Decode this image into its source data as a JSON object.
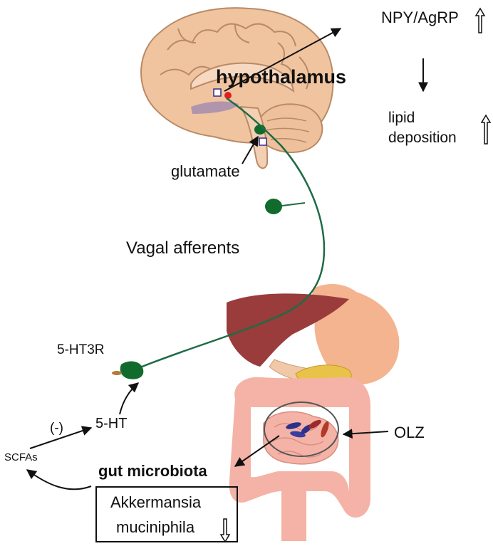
{
  "labels": {
    "hypothalamus": "hypothalamus",
    "npy_agrp": "NPY/AgRP",
    "lipid_deposition": "lipid deposition",
    "glutamate": "glutamate",
    "vagal_afferents": "Vagal afferents",
    "ht3r": "5-HT3R",
    "ht": "5-HT",
    "negative": "(-)",
    "scfas": "SCFAs",
    "olz": "OLZ",
    "gut_microbiota": "gut microbiota",
    "akkermansia_line1": "Akkermansia",
    "akkermansia_line2": "muciniphila"
  },
  "colors": {
    "brain": "#f1c4a0",
    "brain_line": "#b98a66",
    "nerve": "#1f6b45",
    "ganglion": "#116b2c",
    "liver": "#9a3b3c",
    "stomach": "#f3b48f",
    "intestine": "#f4b3a6",
    "gallbladder": "#e9c24a",
    "nucleus_red": "#e02020",
    "bacteria_blue": "#2c2f8c",
    "bacteria_red": "#9c2a2a"
  },
  "indicators": {
    "npy_agrp": "up",
    "lipid_deposition": "up",
    "akkermansia": "down"
  }
}
